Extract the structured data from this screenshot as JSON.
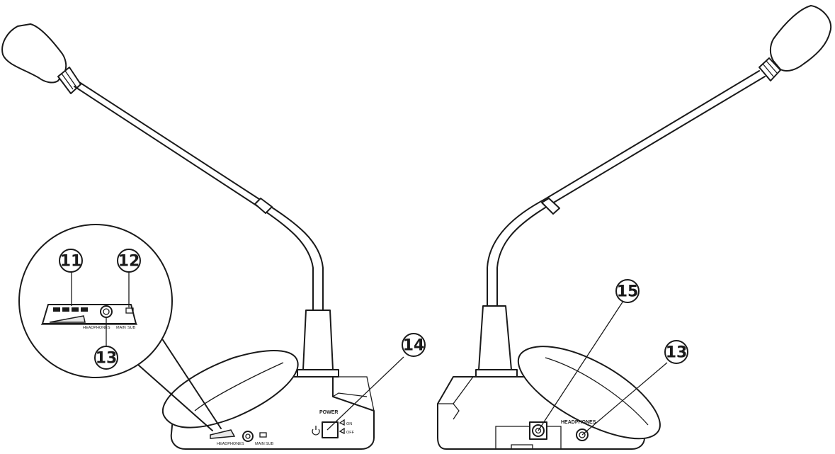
{
  "callouts": {
    "c11": "11",
    "c12": "12",
    "c13_detail": "13",
    "c14": "14",
    "c15": "15",
    "c13_rear": "13"
  },
  "labels": {
    "headphones_detail": "HEADPHONES",
    "main": "MAIN",
    "sub": "SUB",
    "power": "POWER",
    "on": "ON",
    "off": "OFF",
    "headphones_front": "HEADPHONES",
    "main_front": "MAIN",
    "sub_front": "SUB",
    "headphones_rear": "HEADPHONES"
  }
}
